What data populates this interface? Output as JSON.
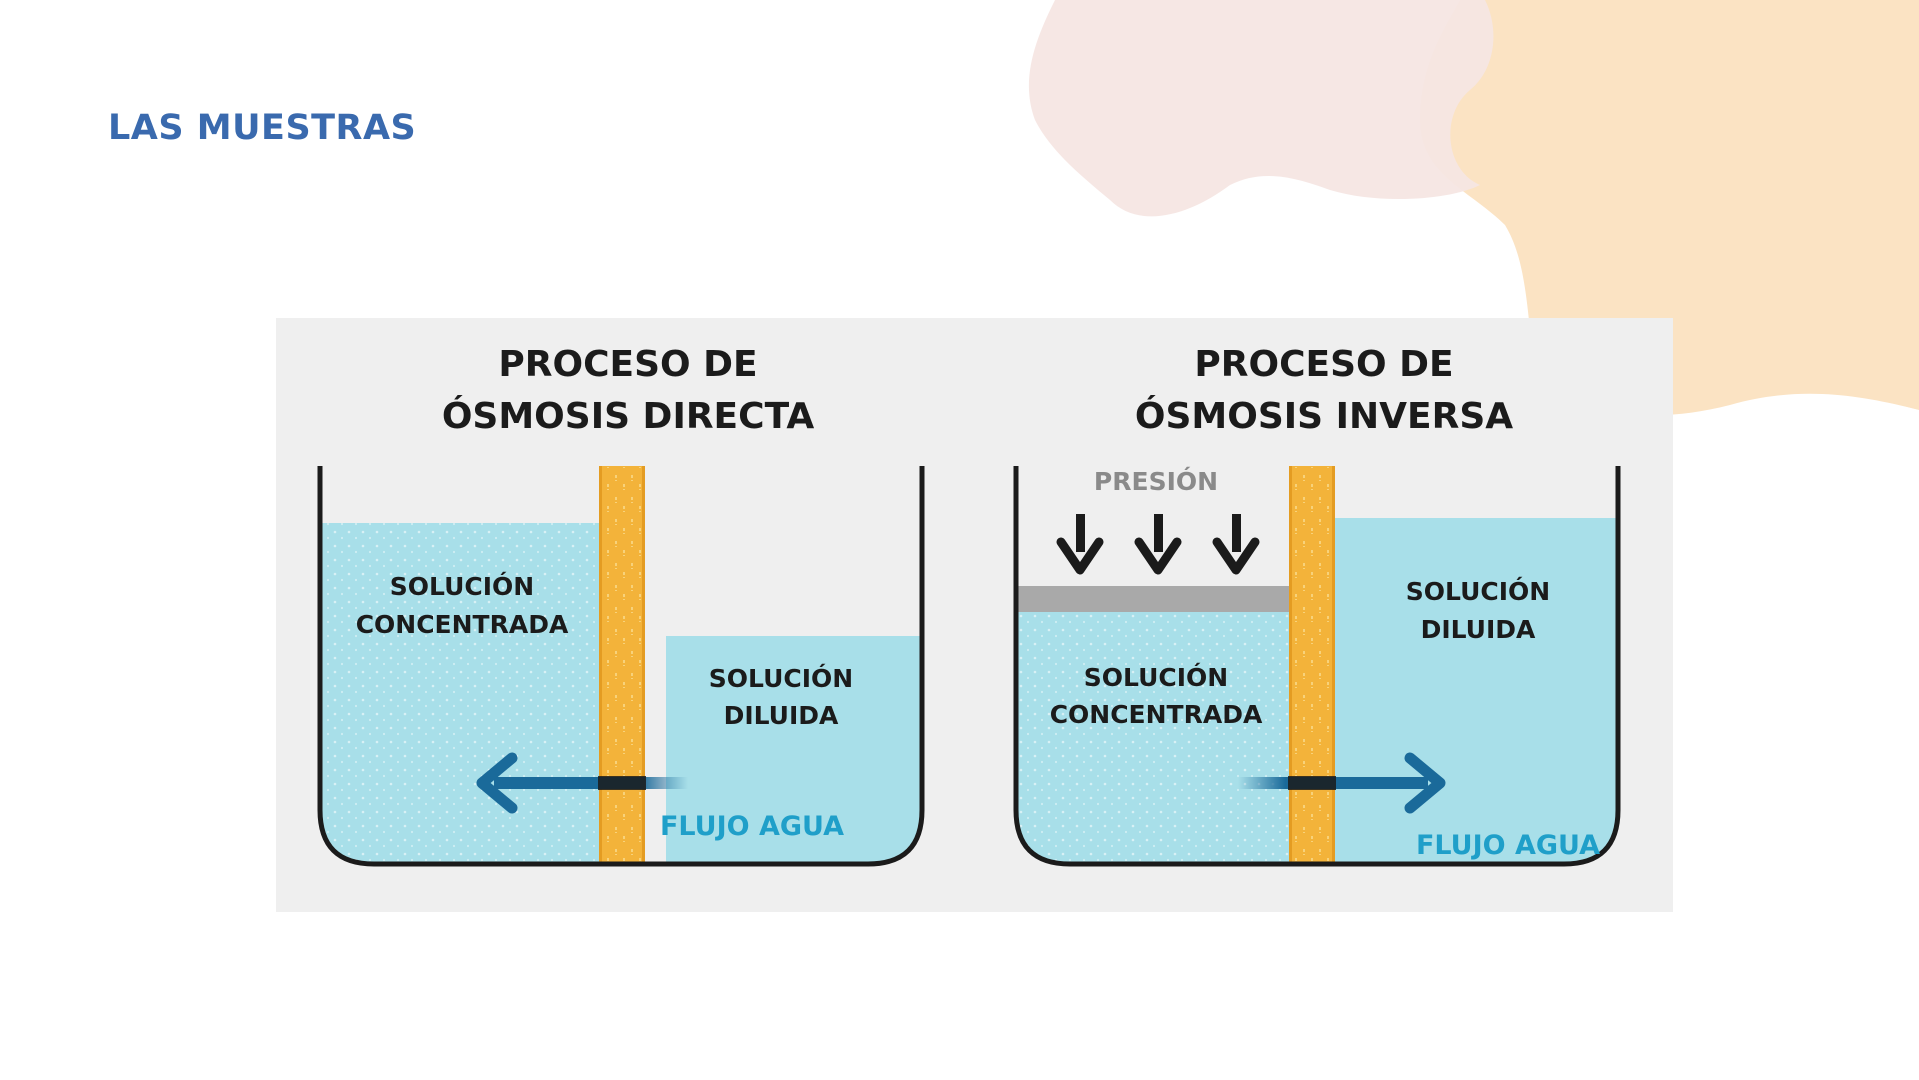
{
  "slide": {
    "title": "LAS MUESTRAS"
  },
  "colors": {
    "title": "#3a6aae",
    "blob_pink": "#f6e6e3",
    "blob_peach": "#fbe3c3",
    "panel_bg": "#efefef",
    "water": "#a8dfe9",
    "membrane": "#f3b33a",
    "arrow_flow": "#1a6a9a",
    "flow_text": "#1f9fc9",
    "pressure_text": "#8a8a8a",
    "dark": "#1b1b1b"
  },
  "diagram": {
    "direct": {
      "title_line1": "PROCESO DE",
      "title_line2": "ÓSMOSIS DIRECTA",
      "concentrated_line1": "SOLUCIÓN",
      "concentrated_line2": "CONCENTRADA",
      "diluted_line1": "SOLUCIÓN",
      "diluted_line2": "DILUIDA",
      "flow_label": "FLUJO AGUA"
    },
    "inverse": {
      "title_line1": "PROCESO DE",
      "title_line2": "ÓSMOSIS INVERSA",
      "pressure_label": "PRESIÓN",
      "concentrated_line1": "SOLUCIÓN",
      "concentrated_line2": "CONCENTRADA",
      "diluted_line1": "SOLUCIÓN",
      "diluted_line2": "DILUIDA",
      "flow_label": "FLUJO AGUA"
    }
  }
}
